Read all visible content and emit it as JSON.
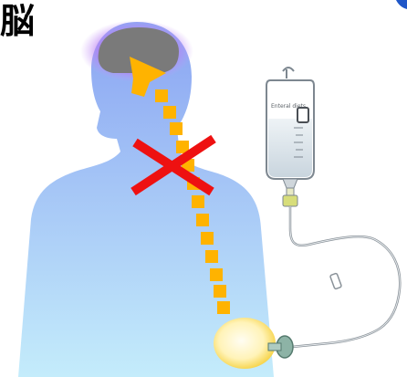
{
  "label_brain": "脳",
  "bag_label": "Enteral diets",
  "colors": {
    "body_top": "#8aa4f2",
    "body_bottom": "#bfe6fb",
    "brain_glow": "#b06bf0",
    "brain_core": "#7a7a7a",
    "dotted_path": "#ffb300",
    "arrow_head": "#ffb300",
    "cross": "#ee1111",
    "stomach_outer": "#f7d74c",
    "stomach_inner": "#fffbe6",
    "bag_fluid": "#d5e0e8",
    "bag_outline": "#7d8790",
    "tube": "#8a9299",
    "connector": "#8db3a6",
    "corner_mark": "#1f57c8"
  },
  "icons": [
    "brain-region",
    "blocked-cross-icon",
    "arrow-up-icon",
    "feeding-bag-icon",
    "feeding-tube",
    "stomach-icon"
  ]
}
